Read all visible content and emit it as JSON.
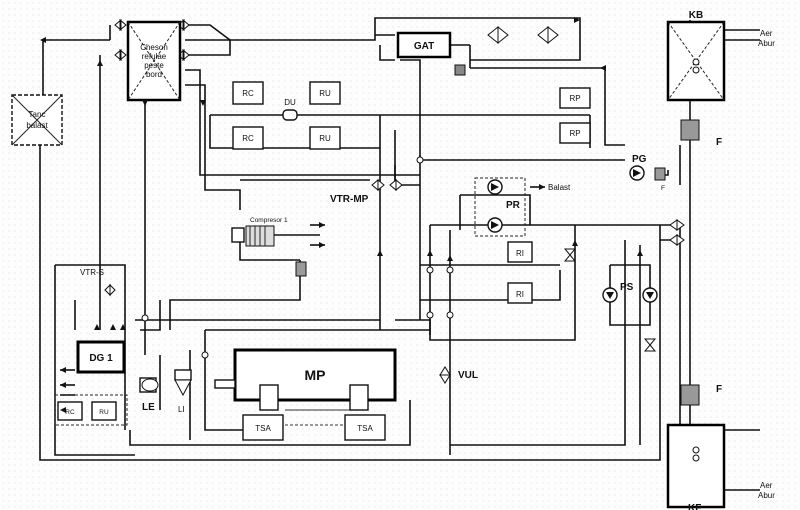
{
  "labels": {
    "kb": "KB",
    "kf": "KF",
    "aer_abur_top_1": "Aer",
    "aer_abur_top_2": "Abur",
    "aer_abur_bot_1": "Aer",
    "aer_abur_bot_2": "Abur",
    "tanc_1": "Tanc",
    "tanc_2": "balast",
    "cheson_1": "Cheson",
    "cheson_2": "refulae",
    "cheson_3": "peste",
    "cheson_4": "bord",
    "gat": "GAT",
    "rc_top": "RC",
    "rc_mid": "RC",
    "ru_top": "RU",
    "ru_mid": "RU",
    "du": "DU",
    "rp_top": "RP",
    "rp_mid": "RP",
    "pg": "PG",
    "f_small": "F",
    "f_top": "F",
    "f_bot": "F",
    "balast": "Balast",
    "pr": "PR",
    "vtr_mp": "VTR-MP",
    "compressor": "Compresor 1",
    "vtr_s": "VTR-S",
    "ri_top": "RI",
    "ri_bot": "RI",
    "ps": "PS",
    "dg1": "DG 1",
    "vul": "VUL",
    "mp": "MP",
    "rc_bottom": "RC",
    "ru_bottom": "RU",
    "le": "LE",
    "li": "LI",
    "tsa_1": "TSA",
    "tsa_2": "TSA"
  }
}
